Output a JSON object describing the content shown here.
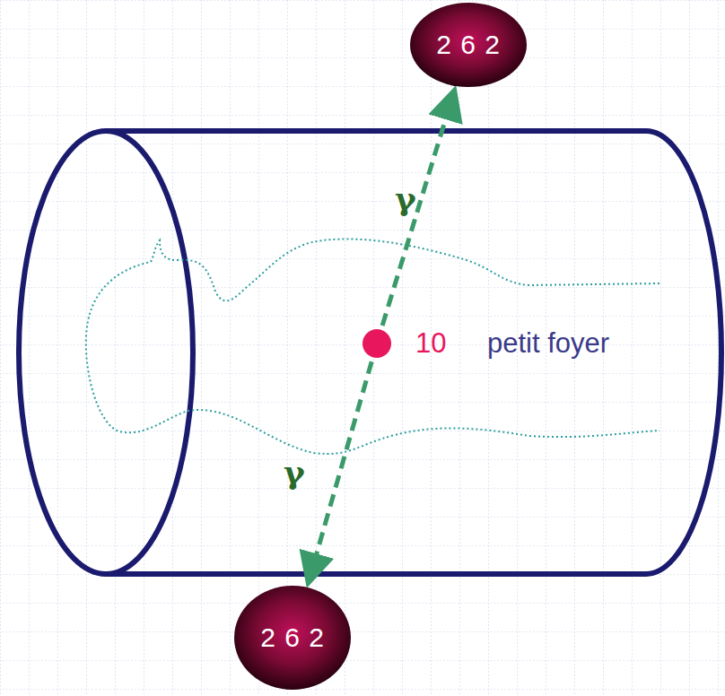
{
  "diagram": {
    "nodes": [
      {
        "text": [
          "2 6 2"
        ]
      },
      {
        "text": [
          "10",
          "petit foyer"
        ]
      },
      {
        "text": [
          "2 6 2"
        ]
      }
    ],
    "edges": [
      {
        "from": 1,
        "to": 0,
        "arrow": "to",
        "label": "γ"
      },
      {
        "from": 1,
        "to": 2,
        "arrow": "to",
        "label": "γ"
      }
    ]
  }
}
